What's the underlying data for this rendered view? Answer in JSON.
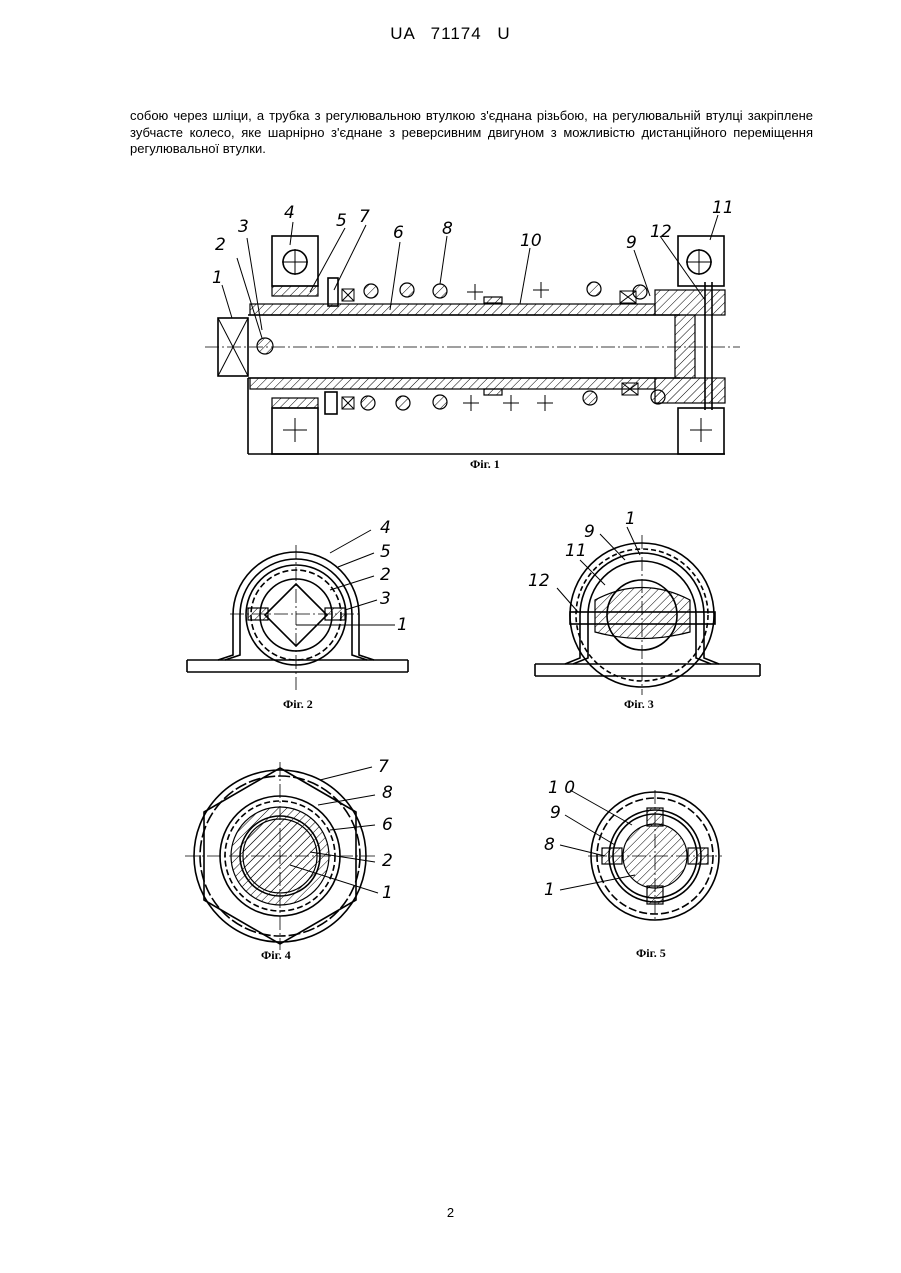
{
  "document": {
    "header": "UA 71174 U",
    "paragraph": "собою через шліци, а трубка з регулювальною втулкою з'єднана різьбою, на регулювальній втулці закріплене зубчасте колесо, яке шарнірно з'єднане з реверсивним двигуном з можливістю дистанційного переміщення регулювальної втулки.",
    "page_number": "2"
  },
  "figures": [
    {
      "caption": "Фіг. 1",
      "labels": [
        "1",
        "2",
        "3",
        "4",
        "5",
        "7",
        "6",
        "8",
        "10",
        "9",
        "12",
        "11"
      ]
    },
    {
      "caption": "Фіг. 2",
      "labels": [
        "4",
        "5",
        "2",
        "3",
        "1"
      ]
    },
    {
      "caption": "Фіг. 3",
      "labels": [
        "9",
        "1",
        "11",
        "12"
      ]
    },
    {
      "caption": "Фіг. 4",
      "labels": [
        "7",
        "8",
        "6",
        "2",
        "1"
      ]
    },
    {
      "caption": "Фіг. 5",
      "labels": [
        "10",
        "9",
        "8",
        "1"
      ]
    }
  ]
}
